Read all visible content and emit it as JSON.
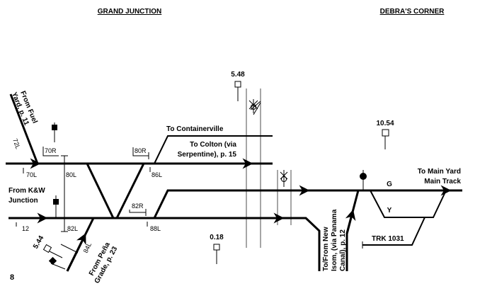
{
  "headers": {
    "left": "GRAND JUNCTION",
    "right": "DEBRA'S CORNER"
  },
  "page_number": "8",
  "destinations": {
    "fuel_yard": [
      "From Fuel",
      "Yard, p. 11"
    ],
    "kw_junction": [
      "From K&W",
      "Junction"
    ],
    "pena_grade": [
      "From Peña",
      "Grade, p. 23"
    ],
    "containerville": "To Containerville",
    "colton": [
      "To Colton (via",
      "Serpentine), p. 15"
    ],
    "new_isom": [
      "To/From New",
      "Isom, (via Panama",
      "Canal), p. 12"
    ],
    "main_yard": [
      "To Main Yard",
      "Main Track"
    ]
  },
  "track_labels": {
    "g": "G",
    "y": "Y",
    "trk": "TRK 1031"
  },
  "mileposts": [
    "5.48",
    "10.54",
    "0.18",
    "5.44"
  ],
  "switch_labels": {
    "s70r": "70R",
    "s70l": "70L",
    "s72l": "72L",
    "s80l": "80L",
    "s80r": "80R",
    "s86l": "86L",
    "s82r": "82R",
    "s88l": "88L",
    "s12": "12",
    "s82l": "82L",
    "s84l": "84L"
  }
}
